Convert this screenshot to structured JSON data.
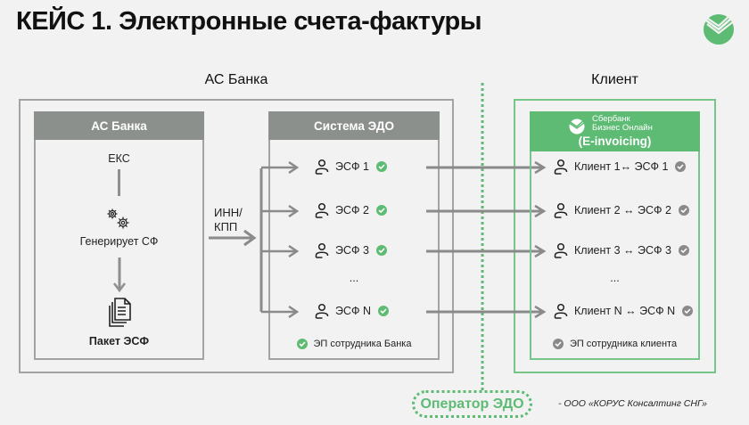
{
  "title": "КЕЙС 1. Электронные счета-фактуры",
  "logo_icon": "sberbank-logo-icon",
  "colors": {
    "accent_green": "#5dbb74",
    "header_gray": "#8c908d",
    "border_gray": "#a3a3a3",
    "check_gray": "#8a8a8a"
  },
  "bank_section": {
    "label": "АС Банка",
    "as_box": {
      "header": "АС Банка",
      "source": "ЕКС",
      "process_label": "Генерирует СФ",
      "output_label": "Пакет ЭСФ"
    },
    "input_label_line1": "ИНН/",
    "input_label_line2": "КПП",
    "edo_box": {
      "header": "Система ЭДО",
      "items": [
        "ЭСФ 1",
        "ЭСФ 2",
        "ЭСФ 3",
        "ЭСФ N"
      ],
      "ellipsis": "...",
      "signature_note": "ЭП сотрудника Банка"
    }
  },
  "client_section": {
    "label": "Клиент",
    "app_box": {
      "brand_line1": "Сбербанк",
      "brand_line2": "Бизнес Онлайн",
      "subtitle": "(E-invoicing)",
      "items": [
        "Клиент 1↔ ЭСФ 1",
        "Клиент 2 ↔ ЭСФ 2",
        "Клиент 3 ↔ ЭСФ 3",
        "Клиент N ↔ ЭСФ N"
      ],
      "ellipsis": "...",
      "signature_note": "ЭП сотрудника клиента"
    }
  },
  "operator": {
    "label": "Оператор ЭДО",
    "note": "- ООО «КОРУС Консалтинг СНГ»"
  }
}
